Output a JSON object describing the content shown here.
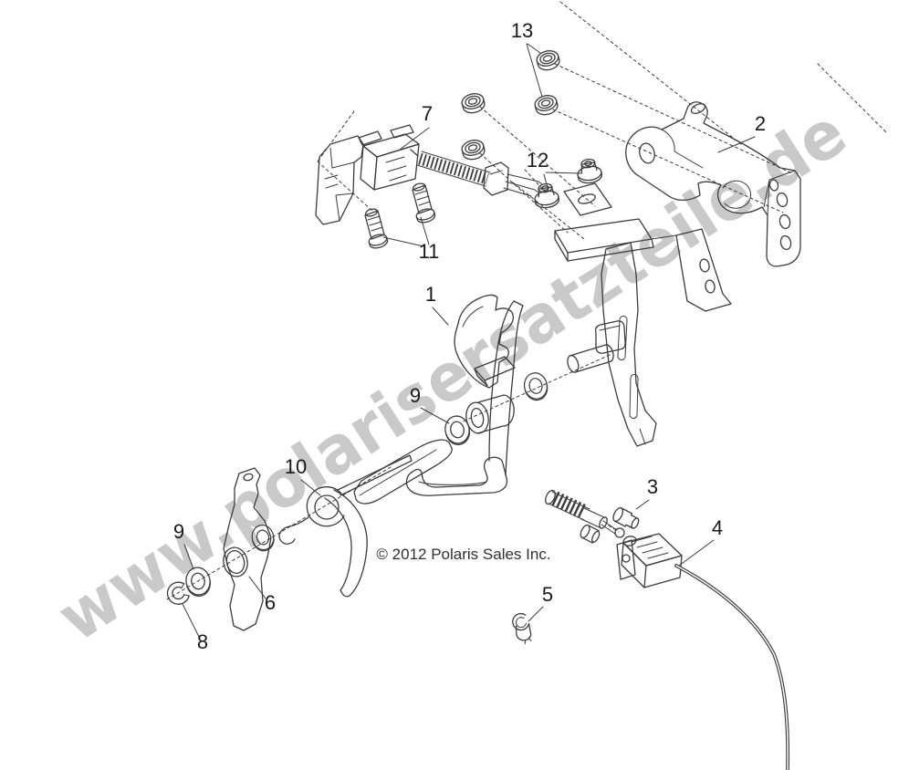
{
  "diagram": {
    "type": "exploded-parts-diagram",
    "subject": "throttle pedal assembly",
    "watermark": "www.polarisersatzteile.de",
    "copyright": "© 2012 Polaris Sales Inc.",
    "callouts": [
      "13",
      "7",
      "2",
      "12",
      "11",
      "1",
      "9",
      "10",
      "3",
      "4",
      "9",
      "6",
      "5",
      "8"
    ],
    "colors": {
      "background": "#ffffff",
      "line": "#3c3c3c",
      "watermark": "#c9c9c9",
      "label_text": "#1a1a1a",
      "copyright_text": "#303030"
    }
  }
}
